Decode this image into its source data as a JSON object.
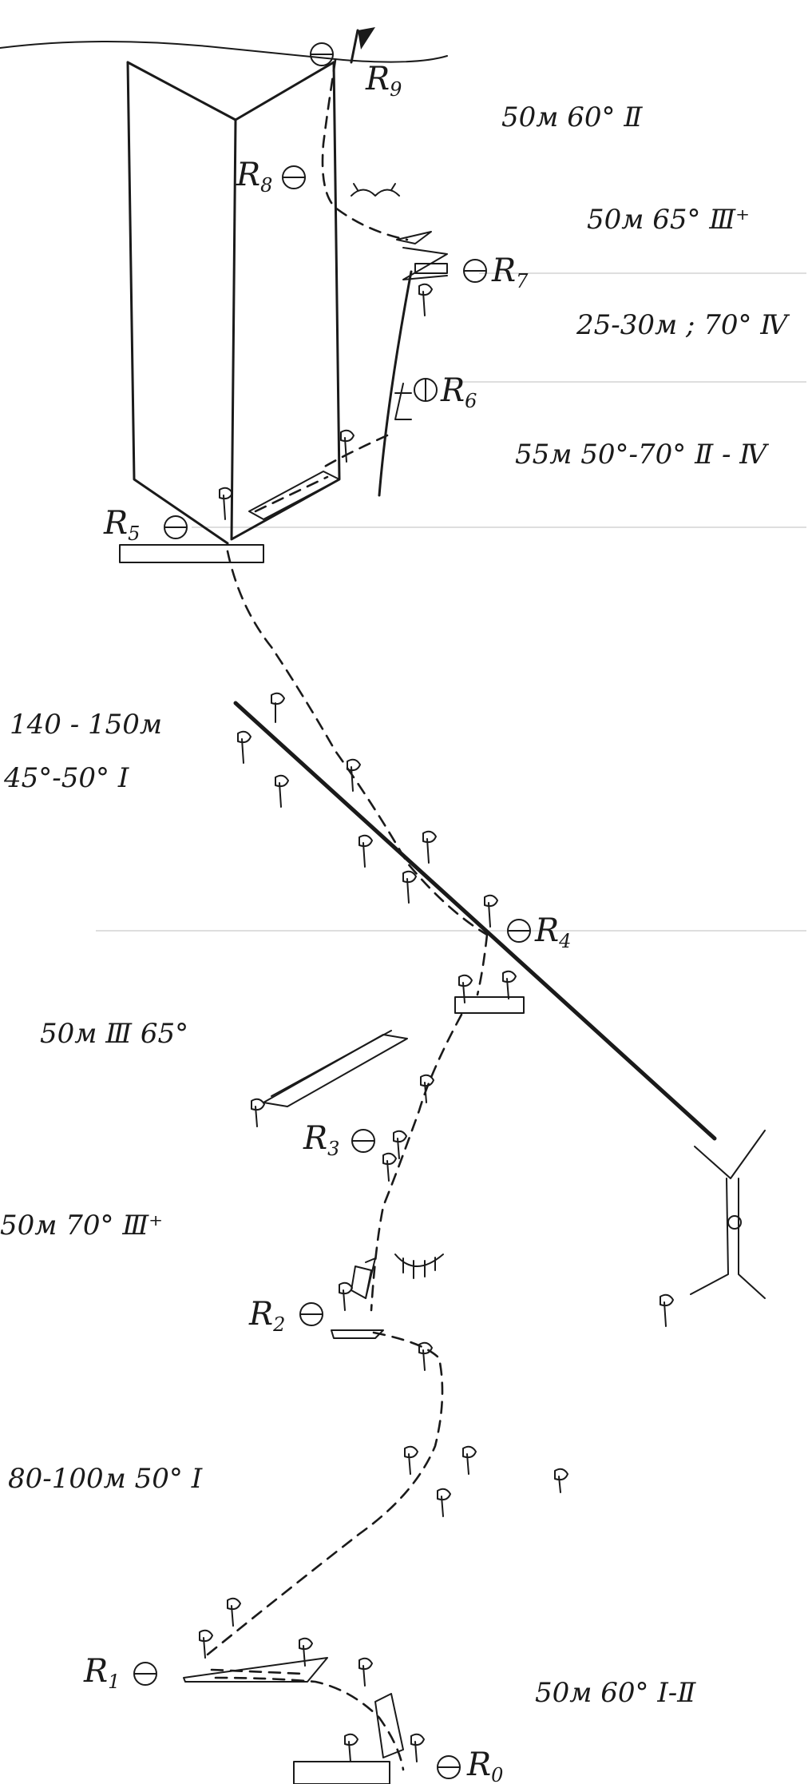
{
  "anchors": [
    {
      "id": "R9",
      "letter": "R",
      "num": "9"
    },
    {
      "id": "R8",
      "letter": "R",
      "num": "8"
    },
    {
      "id": "R7",
      "letter": "R",
      "num": "7"
    },
    {
      "id": "R6",
      "letter": "R",
      "num": "6"
    },
    {
      "id": "R5",
      "letter": "R",
      "num": "5"
    },
    {
      "id": "R4",
      "letter": "R",
      "num": "4"
    },
    {
      "id": "R3",
      "letter": "R",
      "num": "3"
    },
    {
      "id": "R2",
      "letter": "R",
      "num": "2"
    },
    {
      "id": "R1",
      "letter": "R",
      "num": "1"
    },
    {
      "id": "R0",
      "letter": "R",
      "num": "0"
    }
  ],
  "pitches": [
    {
      "id": "p1",
      "label": "50м 60° Ⅱ"
    },
    {
      "id": "p2",
      "label": "50м 65° Ⅲ⁺"
    },
    {
      "id": "p3",
      "label": "25-30м ; 70° Ⅳ"
    },
    {
      "id": "p4",
      "label": "55м  50°-70°  Ⅱ - Ⅳ"
    },
    {
      "id": "p5a",
      "label": "140 - 150м"
    },
    {
      "id": "p5b",
      "label": "45°-50° Ⅰ"
    },
    {
      "id": "p6",
      "label": "50м Ⅲ 65°"
    },
    {
      "id": "p7",
      "label": "50м  70° Ⅲ⁺"
    },
    {
      "id": "p8",
      "label": "80-100м  50° Ⅰ"
    },
    {
      "id": "p9",
      "label": "50м 60° Ⅰ-Ⅱ"
    }
  ]
}
